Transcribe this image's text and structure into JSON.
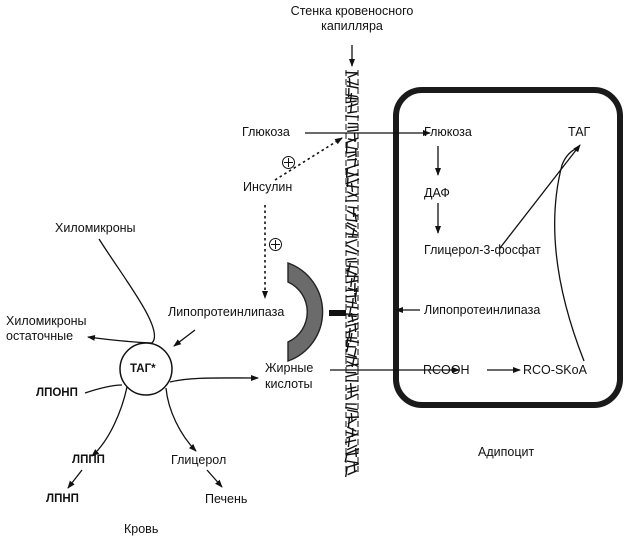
{
  "diagram": {
    "title_wall": [
      "Стенка кровеносного",
      "капилляра"
    ],
    "regions": {
      "blood": "Кровь",
      "adipocyte": "Адипоцит"
    },
    "blood_side": {
      "glucose": "Глюкоза",
      "insulin": "Инсулин",
      "chylomicrons": "Хиломикроны",
      "chylomicron_remnants": [
        "Хиломикроны",
        "остаточные"
      ],
      "lipoprotein_lipase": "Липопротеинлипаза",
      "tag_star": "ТАГ*",
      "vldl": "ЛПОНП",
      "idl": "ЛППП",
      "ldl": "ЛПНП",
      "glycerol": "Глицерол",
      "liver": "Печень",
      "fatty_acids": [
        "Жирные",
        "кислоты"
      ]
    },
    "adipocyte_side": {
      "glucose": "Глюкоза",
      "dap": "ДАФ",
      "glycerol_3_phosphate": "Глицерол-3-фосфат",
      "tag": "ТАГ",
      "lipoprotein_lipase": "Липопротеинлипаза",
      "rcooh": "RCOOH",
      "rco_skoa": "RCO-SKoA"
    },
    "activation_symbol": "⊕",
    "colors": {
      "ink": "#111111",
      "enzyme_fill": "#6b6b6b",
      "background": "#ffffff"
    }
  }
}
